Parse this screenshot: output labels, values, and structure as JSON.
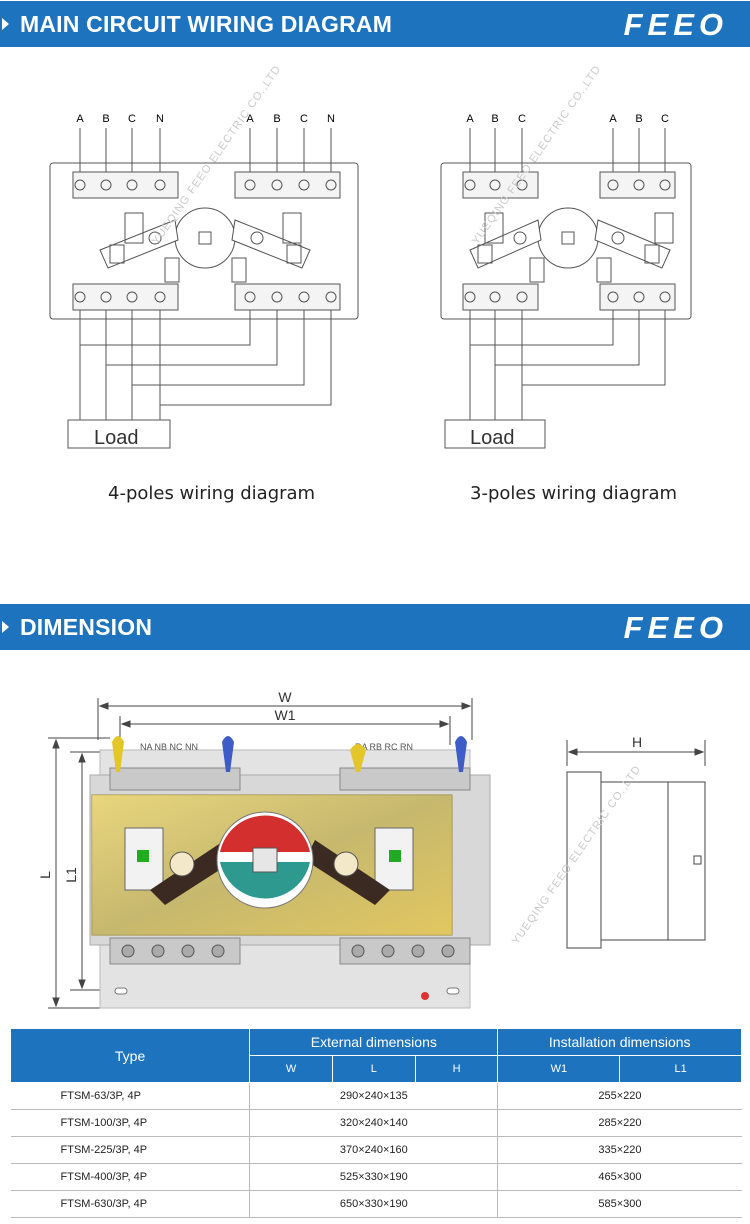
{
  "brand": "FEEO",
  "sections": {
    "wiring_title": "MAIN CIRCUIT WIRING DIAGRAM",
    "dimension_title": "DIMENSION"
  },
  "wiring": {
    "four_pole": {
      "terminals": [
        "A",
        "B",
        "C",
        "N",
        "A",
        "B",
        "C",
        "N"
      ],
      "load_label": "Load",
      "caption": "4-poles wiring diagram"
    },
    "three_pole": {
      "terminals": [
        "A",
        "B",
        "C",
        "A",
        "B",
        "C"
      ],
      "load_label": "Load",
      "caption": "3-poles wiring diagram"
    }
  },
  "dimension_drawing": {
    "labels": {
      "w": "W",
      "w1": "W1",
      "l": "L",
      "l1": "L1",
      "h": "H"
    },
    "top_terminals_left": "NA NB NC NN",
    "top_terminals_right": "RA RB RC RN"
  },
  "watermark": "YUEQING FEEO ELECTRIC CO.,LTD",
  "table": {
    "header_type": "Type",
    "header_external": "External dimensions",
    "header_installation": "Installation dimensions",
    "sub_w": "W",
    "sub_l": "L",
    "sub_h": "H",
    "sub_w1": "W1",
    "sub_l1": "L1",
    "rows": [
      {
        "type": "FTSM-63/3P, 4P",
        "external": "290×240×135",
        "installation": "255×220"
      },
      {
        "type": "FTSM-100/3P, 4P",
        "external": "320×240×140",
        "installation": "285×220"
      },
      {
        "type": "FTSM-225/3P, 4P",
        "external": "370×240×160",
        "installation": "335×220"
      },
      {
        "type": "FTSM-400/3P, 4P",
        "external": "525×330×190",
        "installation": "465×300"
      },
      {
        "type": "FTSM-630/3P, 4P",
        "external": "650×330×190",
        "installation": "585×300"
      }
    ]
  }
}
